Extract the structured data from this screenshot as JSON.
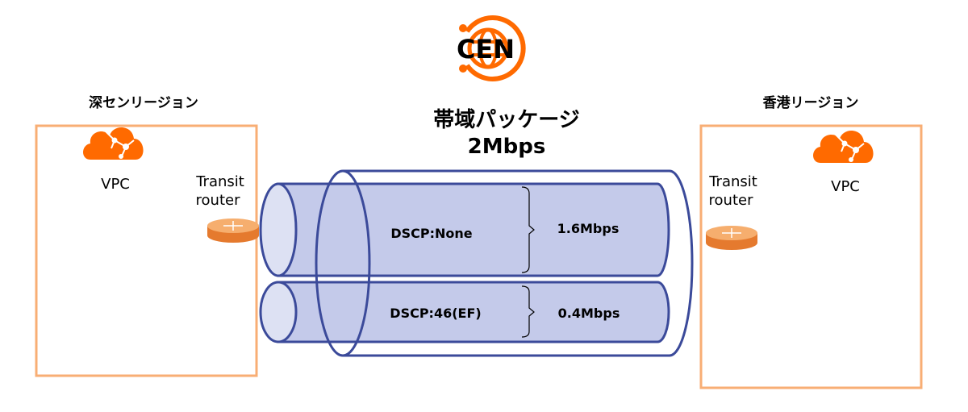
{
  "logo": {
    "text": "CEN"
  },
  "title": {
    "line1": "帯域パッケージ",
    "line2": "2Mbps"
  },
  "regions": [
    {
      "name": "深センリージョン",
      "vpc_label": "VPC",
      "router_label_1": "Transit",
      "router_label_2": "router"
    },
    {
      "name": "香港リージョン",
      "vpc_label": "VPC",
      "router_label_1": "Transit",
      "router_label_2": "router"
    }
  ],
  "channels": [
    {
      "dscp": "DSCP:None",
      "bandwidth": "1.6Mbps"
    },
    {
      "dscp": "DSCP:46(EF)",
      "bandwidth": "0.4Mbps"
    }
  ],
  "colors": {
    "orange": "#FF6A00",
    "box": "#F8AE74",
    "pipe_stroke": "#3B4A9A",
    "pipe_fill": "#C4CAEA"
  }
}
